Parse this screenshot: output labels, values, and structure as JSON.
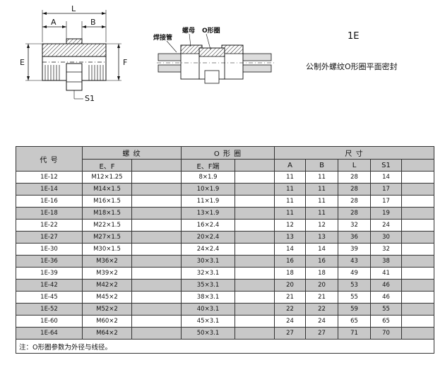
{
  "drawing": {
    "dims": {
      "L": "L",
      "A": "A",
      "B": "B",
      "E": "E",
      "F": "F",
      "S1": "S1"
    },
    "callouts": {
      "weld_pipe": "焊接管",
      "nut": "螺母",
      "o_ring": "O形圈"
    }
  },
  "model_code": "1E",
  "model_desc": "公制外螺纹O形圈平面密封",
  "table": {
    "headers": {
      "code": "代  号",
      "thread": "螺    纹",
      "oring": "O 形 圈",
      "size": "尺    寸",
      "thread_sub": "E、F",
      "oring_sub": "E、F端",
      "A": "A",
      "B": "B",
      "L": "L",
      "S1": "S1"
    },
    "rows": [
      {
        "code": "1E-12",
        "thread": "M12×1.25",
        "oring": "8×1.9",
        "A": "11",
        "B": "11",
        "L": "28",
        "S1": "14"
      },
      {
        "code": "1E-14",
        "thread": "M14×1.5",
        "oring": "10×1.9",
        "A": "11",
        "B": "11",
        "L": "28",
        "S1": "17"
      },
      {
        "code": "1E-16",
        "thread": "M16×1.5",
        "oring": "11×1.9",
        "A": "11",
        "B": "11",
        "L": "28",
        "S1": "17"
      },
      {
        "code": "1E-18",
        "thread": "M18×1.5",
        "oring": "13×1.9",
        "A": "11",
        "B": "11",
        "L": "28",
        "S1": "19"
      },
      {
        "code": "1E-22",
        "thread": "M22×1.5",
        "oring": "16×2.4",
        "A": "12",
        "B": "12",
        "L": "32",
        "S1": "24"
      },
      {
        "code": "1E-27",
        "thread": "M27×1.5",
        "oring": "20×2.4",
        "A": "13",
        "B": "13",
        "L": "36",
        "S1": "30"
      },
      {
        "code": "1E-30",
        "thread": "M30×1.5",
        "oring": "24×2.4",
        "A": "14",
        "B": "14",
        "L": "39",
        "S1": "32"
      },
      {
        "code": "1E-36",
        "thread": "M36×2",
        "oring": "30×3.1",
        "A": "16",
        "B": "16",
        "L": "43",
        "S1": "38"
      },
      {
        "code": "1E-39",
        "thread": "M39×2",
        "oring": "32×3.1",
        "A": "18",
        "B": "18",
        "L": "49",
        "S1": "41"
      },
      {
        "code": "1E-42",
        "thread": "M42×2",
        "oring": "35×3.1",
        "A": "20",
        "B": "20",
        "L": "53",
        "S1": "46"
      },
      {
        "code": "1E-45",
        "thread": "M45×2",
        "oring": "38×3.1",
        "A": "21",
        "B": "21",
        "L": "55",
        "S1": "46"
      },
      {
        "code": "1E-52",
        "thread": "M52×2",
        "oring": "40×3.1",
        "A": "22",
        "B": "22",
        "L": "59",
        "S1": "55"
      },
      {
        "code": "1E-60",
        "thread": "M60×2",
        "oring": "45×3.1",
        "A": "24",
        "B": "24",
        "L": "65",
        "S1": "65"
      },
      {
        "code": "1E-64",
        "thread": "M64×2",
        "oring": "50×3.1",
        "A": "27",
        "B": "27",
        "L": "71",
        "S1": "70"
      }
    ],
    "note": "注：O形圈参数为外径与线径。"
  }
}
